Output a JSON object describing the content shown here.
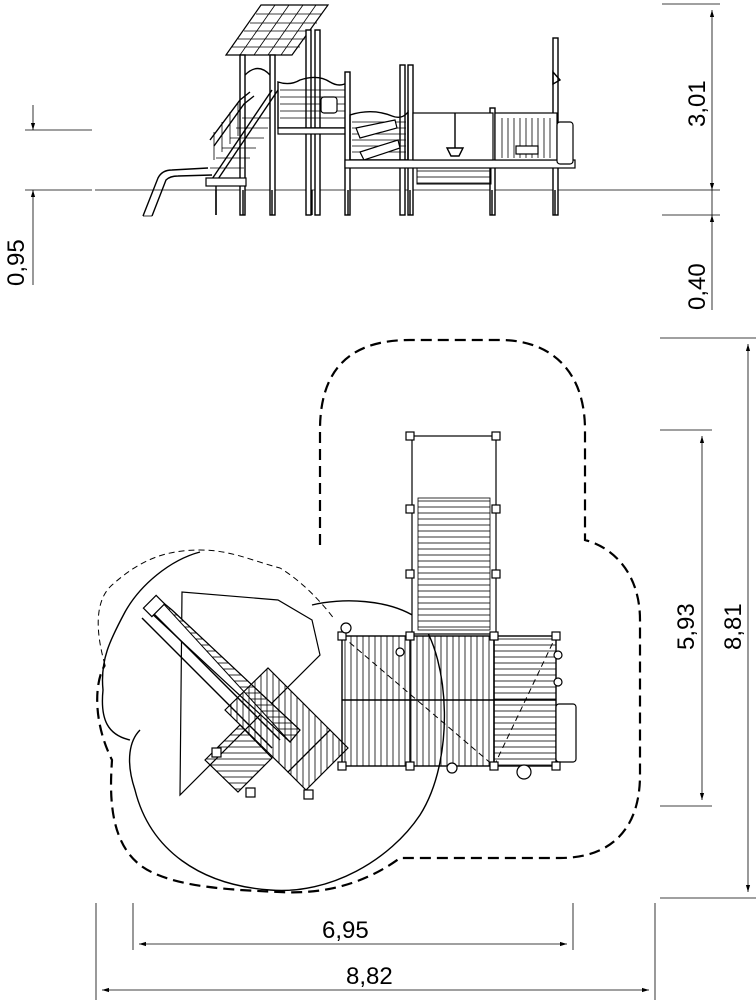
{
  "dimensions": {
    "height_above": "3,01",
    "depth_below": "0,40",
    "platform_height": "0,95",
    "inner_depth": "5,93",
    "total_depth": "8,81",
    "inner_width": "6,95",
    "total_width": "8,82"
  }
}
